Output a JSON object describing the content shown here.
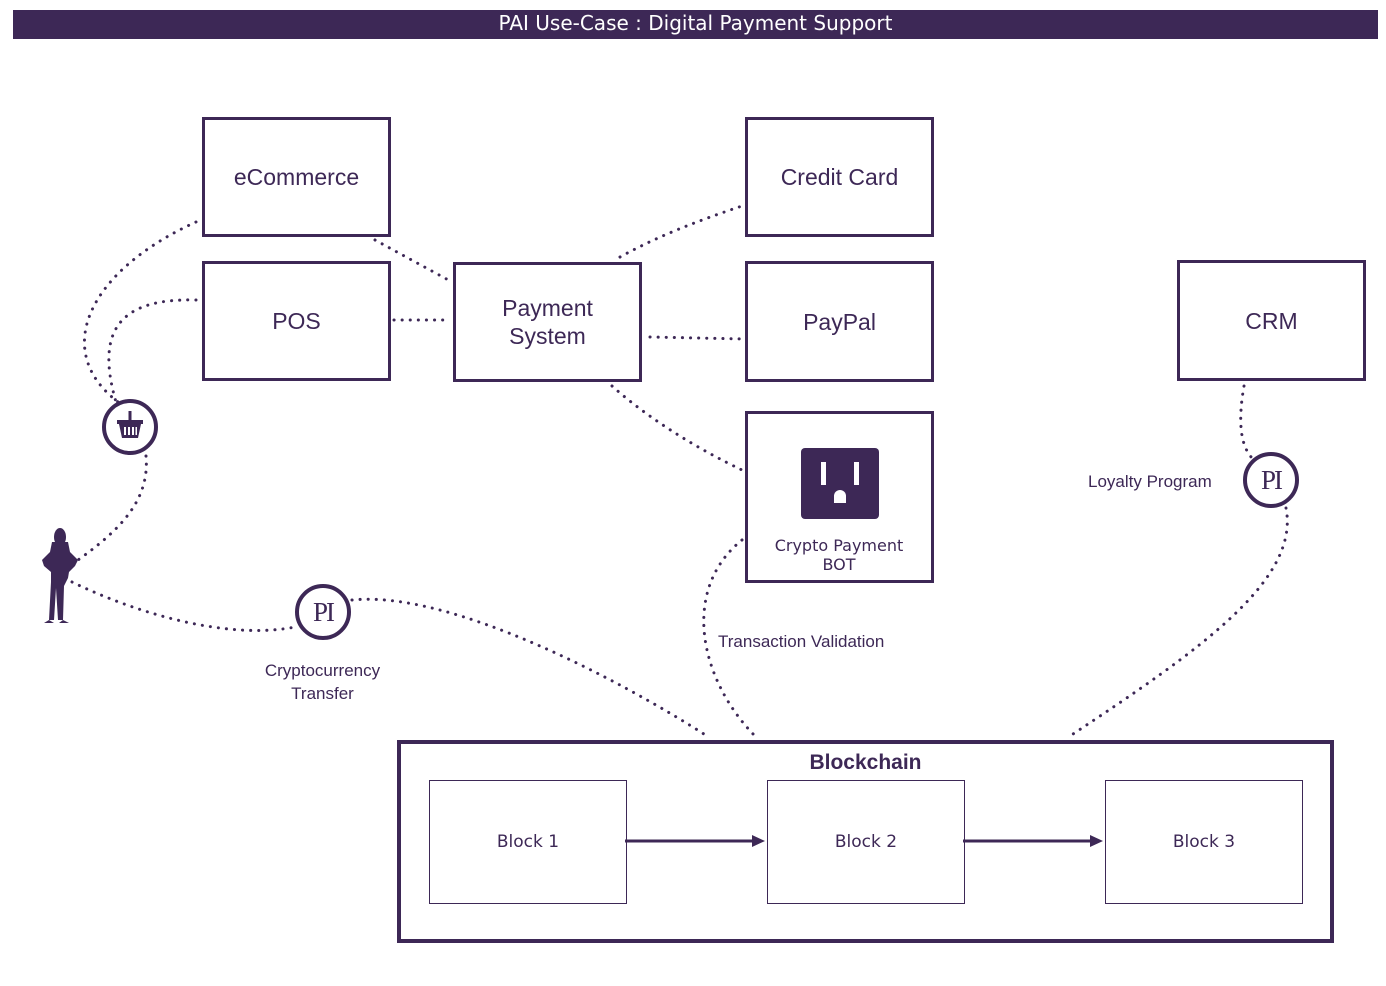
{
  "title": "PAI Use-Case : Digital Payment Support",
  "colors": {
    "primary": "#3d2856",
    "background": "#ffffff"
  },
  "nodes": {
    "ecommerce": "eCommerce",
    "pos": "POS",
    "payment_system": [
      "Payment",
      "System"
    ],
    "credit_card": "Credit Card",
    "paypal": "PayPal",
    "crm": "CRM",
    "crypto_bot": [
      "Crypto Payment",
      "BOT"
    ]
  },
  "icons": {
    "basket": "shopping-basket-icon",
    "person": "person-icon",
    "outlet": "power-outlet-icon",
    "pi_badge": "PI"
  },
  "edge_labels": {
    "crypto_transfer": [
      "Cryptocurrency",
      "Transfer"
    ],
    "transaction_validation": "Transaction Validation",
    "loyalty_program": "Loyalty Program"
  },
  "blockchain": {
    "title": "Blockchain",
    "blocks": [
      "Block 1",
      "Block 2",
      "Block 3"
    ]
  }
}
